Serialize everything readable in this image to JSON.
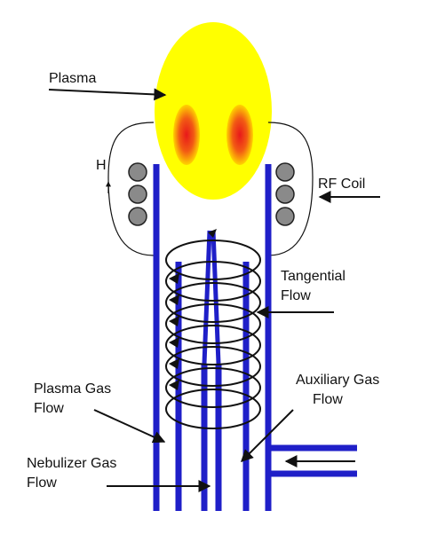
{
  "labels": {
    "plasma": "Plasma",
    "h": "H",
    "rf_coil": "RF Coil",
    "tangential_line1": "Tangential",
    "tangential_line2": "Flow",
    "plasma_gas_line1": "Plasma Gas",
    "plasma_gas_line2": "Flow",
    "auxiliary_line1": "Auxiliary Gas",
    "auxiliary_line2": "Flow",
    "nebulizer_line1": "Nebulizer Gas",
    "nebulizer_line2": "Flow"
  },
  "colors": {
    "tube": "#1f1fc8",
    "plasma_fill": "#ffff00",
    "hot_core": "#e8181a",
    "coil_fill": "#8a8a8a",
    "line": "#111111"
  }
}
